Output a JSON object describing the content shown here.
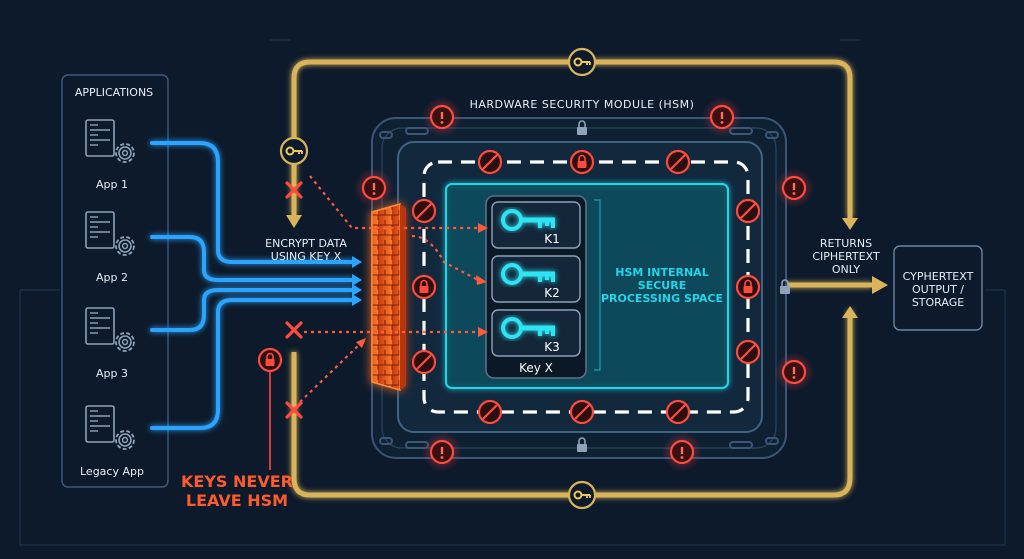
{
  "applications": {
    "title": "APPLICATIONS",
    "apps": [
      "App 1",
      "App 2",
      "App 3",
      "Legacy App"
    ]
  },
  "hsm": {
    "title": "HARDWARE SECURITY MODULE (HSM)",
    "keys": [
      "K1",
      "K2",
      "K3"
    ],
    "key_group_label": "Key X",
    "internal_space_lines": [
      "HSM INTERNAL",
      "SECURE",
      "PROCESSING SPACE"
    ]
  },
  "flow": {
    "encrypt_lines": [
      "ENCRYPT DATA",
      "USING KEY X"
    ],
    "returns_lines": [
      "RETURNS",
      "CIPHERTEXT",
      "ONLY"
    ],
    "output_lines": [
      "CYPHERTEXT",
      "OUTPUT /",
      "STORAGE"
    ]
  },
  "warning": {
    "lines": [
      "KEYS NEVER",
      "LEAVE HSM"
    ]
  },
  "colors": {
    "background": "#0d1a2b",
    "gold": "#d9b45a",
    "cyan": "#22d6ea",
    "blue_flow": "#2aa4ff",
    "red": "#ff4a3d",
    "firewall": "#ff6a24"
  },
  "icons": [
    "server-icon",
    "gear-icon",
    "key-icon",
    "lock-icon",
    "prohibited-icon",
    "alert-icon",
    "x-mark-icon",
    "firewall-icon"
  ]
}
